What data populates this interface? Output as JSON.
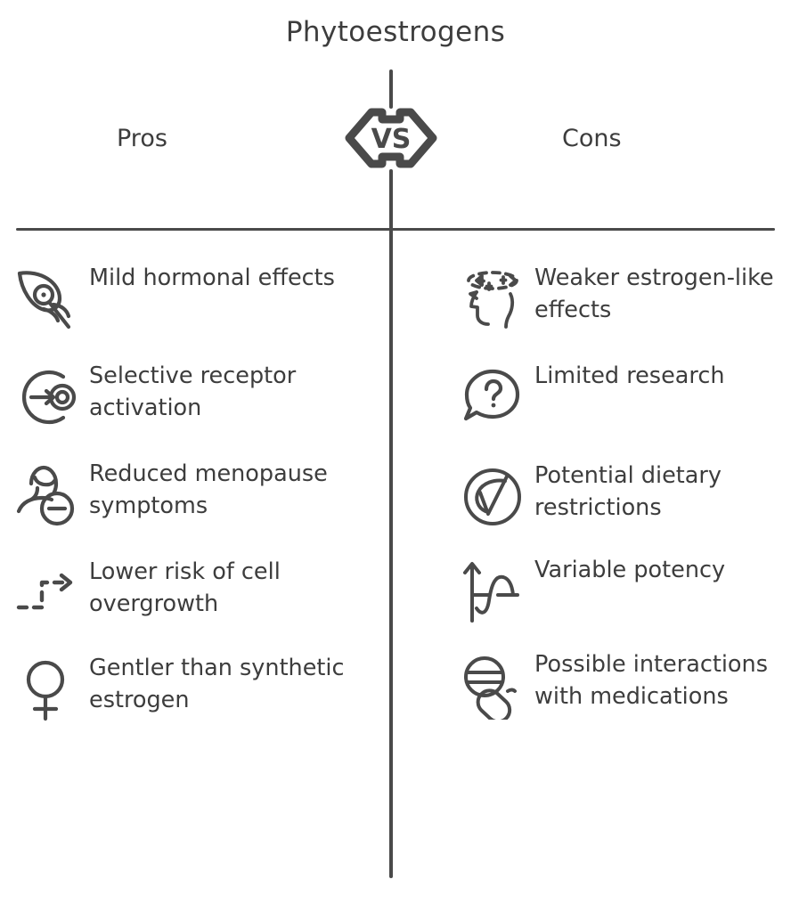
{
  "title": "Phytoestrogens",
  "center_badge": {
    "label": "VS",
    "icon": "vs-hexagon-badge"
  },
  "colors": {
    "stroke": "#4a4a4a",
    "text": "#3d3d3d",
    "background": "#ffffff"
  },
  "columns": {
    "pros": {
      "heading": "Pros",
      "items": [
        {
          "label": "Mild hormonal effects",
          "icon": "leaf-eye-icon"
        },
        {
          "label": "Selective receptor activation",
          "icon": "arrow-target-circle-icon"
        },
        {
          "label": "Reduced menopause symptoms",
          "icon": "person-minus-icon"
        },
        {
          "label": "Lower risk of cell overgrowth",
          "icon": "dashed-step-arrow-icon"
        },
        {
          "label": "Gentler than synthetic estrogen",
          "icon": "venus-female-symbol-icon"
        }
      ]
    },
    "cons": {
      "heading": "Cons",
      "items": [
        {
          "label": "Weaker estrogen-like effects",
          "icon": "head-dashed-halo-icon"
        },
        {
          "label": "Limited research",
          "icon": "speech-bubble-question-icon"
        },
        {
          "label": "Potential dietary restrictions",
          "icon": "circle-checkmark-icon"
        },
        {
          "label": "Variable potency",
          "icon": "axis-wave-curve-icon"
        },
        {
          "label": "Possible interactions with medications",
          "icon": "pill-capsule-icon"
        }
      ]
    }
  }
}
